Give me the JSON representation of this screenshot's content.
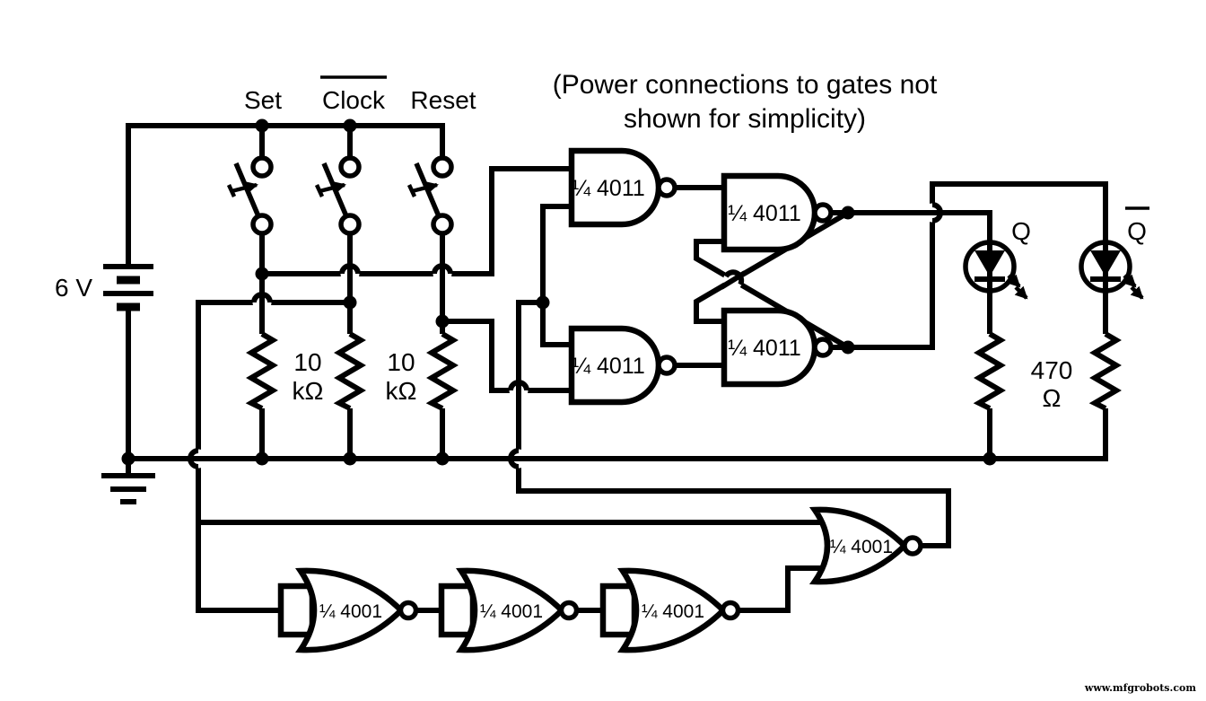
{
  "title": {
    "line1": "(Power connections to gates not",
    "line2": "shown for simplicity)"
  },
  "battery": {
    "label": "6 V"
  },
  "switches": {
    "set": "Set",
    "clock": "Clock",
    "clock_overline": true,
    "reset": "Reset"
  },
  "resistors": {
    "r1_value": "10",
    "r1_unit": "kΩ",
    "r2_value": "10",
    "r2_unit": "kΩ",
    "r_led_value": "470",
    "r_led_unit": "Ω"
  },
  "gates": {
    "nand1": "¼ 4011",
    "nand2": "¼ 4011",
    "nand3": "¼ 4011",
    "nand4": "¼ 4011",
    "nor1": "¼ 4001",
    "nor2": "¼ 4001",
    "nor3": "¼ 4001",
    "nor4": "¼ 4001"
  },
  "leds": {
    "q": "Q",
    "q_bar": "Q",
    "q_bar_overline": true
  },
  "watermark": "www.mfgrobots.com",
  "colors": {
    "ink": "#000000",
    "background": "#ffffff"
  }
}
